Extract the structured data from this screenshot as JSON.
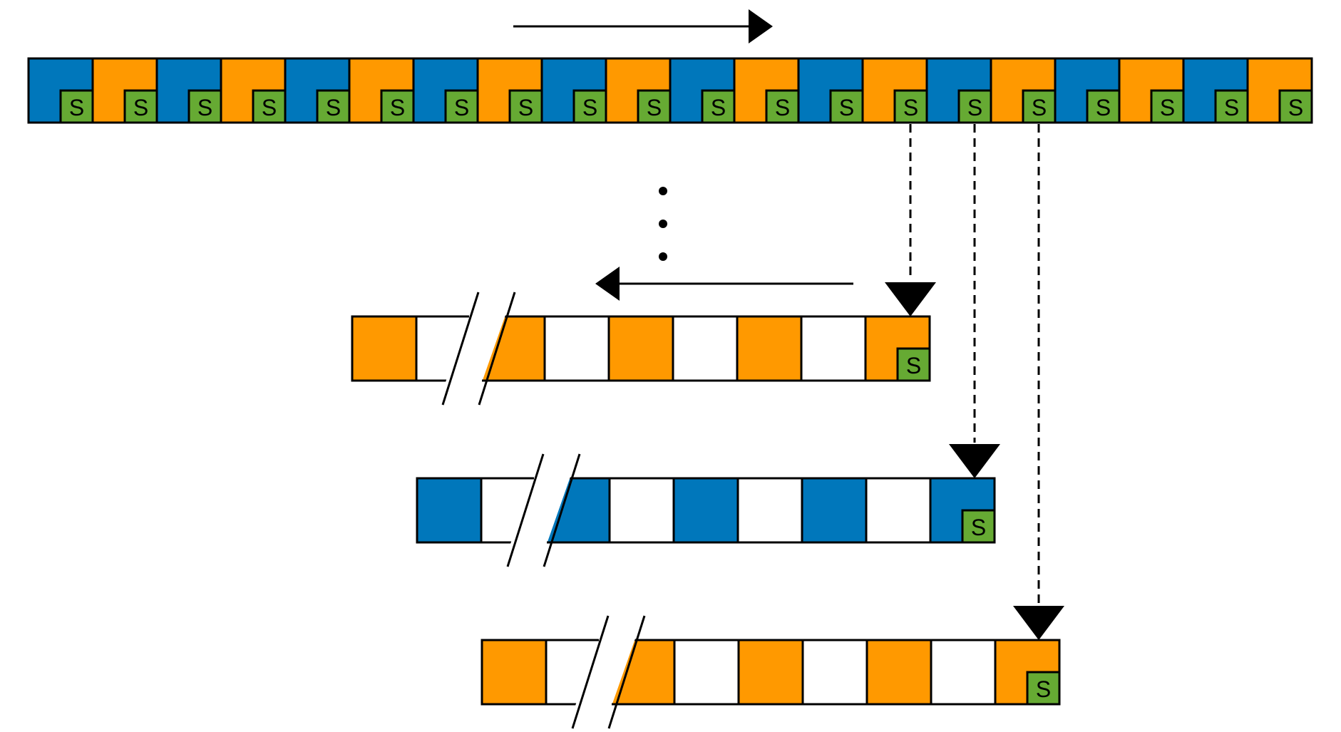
{
  "colors": {
    "blue": "#0077BB",
    "orange": "#FF9900",
    "green": "#66AA33",
    "white": "#FFFFFF",
    "stroke": "#000000"
  },
  "marker_label": "S",
  "top_row": {
    "cells": [
      "blue",
      "orange",
      "blue",
      "orange",
      "blue",
      "orange",
      "blue",
      "orange",
      "blue",
      "orange",
      "blue",
      "orange",
      "blue",
      "orange",
      "blue",
      "orange",
      "blue",
      "orange",
      "blue",
      "orange"
    ],
    "each_cell_marked": true,
    "direction": "right"
  },
  "continuation": "vertical-ellipsis",
  "rows": [
    {
      "cells": [
        "orange",
        "white",
        "orange",
        "white",
        "orange",
        "white",
        "orange",
        "white",
        "orange"
      ],
      "break_after_index": 1,
      "marked_last_cell": true,
      "direction": "left",
      "source_top_cell_index": 13
    },
    {
      "cells": [
        "blue",
        "white",
        "blue",
        "white",
        "blue",
        "white",
        "blue",
        "white",
        "blue"
      ],
      "break_after_index": 1,
      "marked_last_cell": true,
      "source_top_cell_index": 14
    },
    {
      "cells": [
        "orange",
        "white",
        "orange",
        "white",
        "orange",
        "white",
        "orange",
        "white",
        "orange"
      ],
      "break_after_index": 1,
      "marked_last_cell": true,
      "source_top_cell_index": 15
    }
  ]
}
